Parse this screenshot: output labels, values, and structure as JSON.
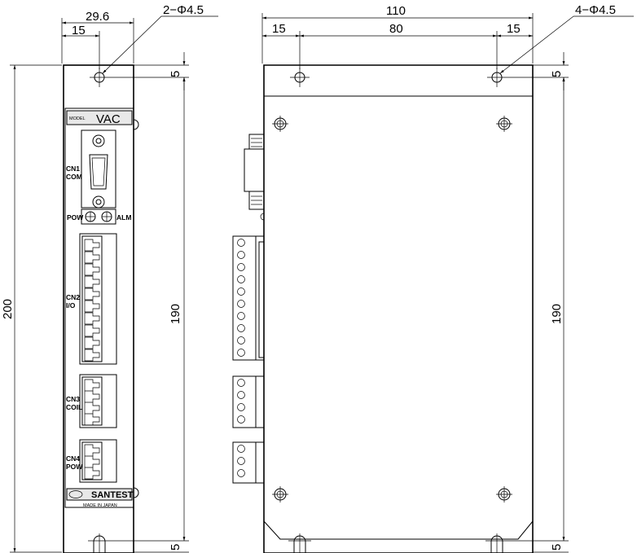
{
  "front_view": {
    "width_label": "29.6",
    "hole_offset_label": "15",
    "hole_callout": "2−Φ4.5",
    "height_label": "200",
    "pitch_label": "190",
    "top_margin_label": "5",
    "bottom_margin_label": "5",
    "panel": {
      "model_label": "MODEL",
      "model_value": "VAC",
      "cn1_label": "CN1\nCOM",
      "pow_label": "POW",
      "alm_label": "ALM",
      "cn2_label": "CN2\nI/O",
      "cn3_label": "CN3\nCOIL",
      "cn4_label": "CN4\nPOW",
      "brand": "SANTEST",
      "made_in": "MADE IN JAPAN"
    }
  },
  "side_view": {
    "width_label": "110",
    "left_offset_label": "15",
    "pitch_label": "80",
    "right_offset_label": "15",
    "hole_callout": "4−Φ4.5",
    "height_label": "190",
    "top_margin_label": "5",
    "bottom_margin_label": "5"
  }
}
